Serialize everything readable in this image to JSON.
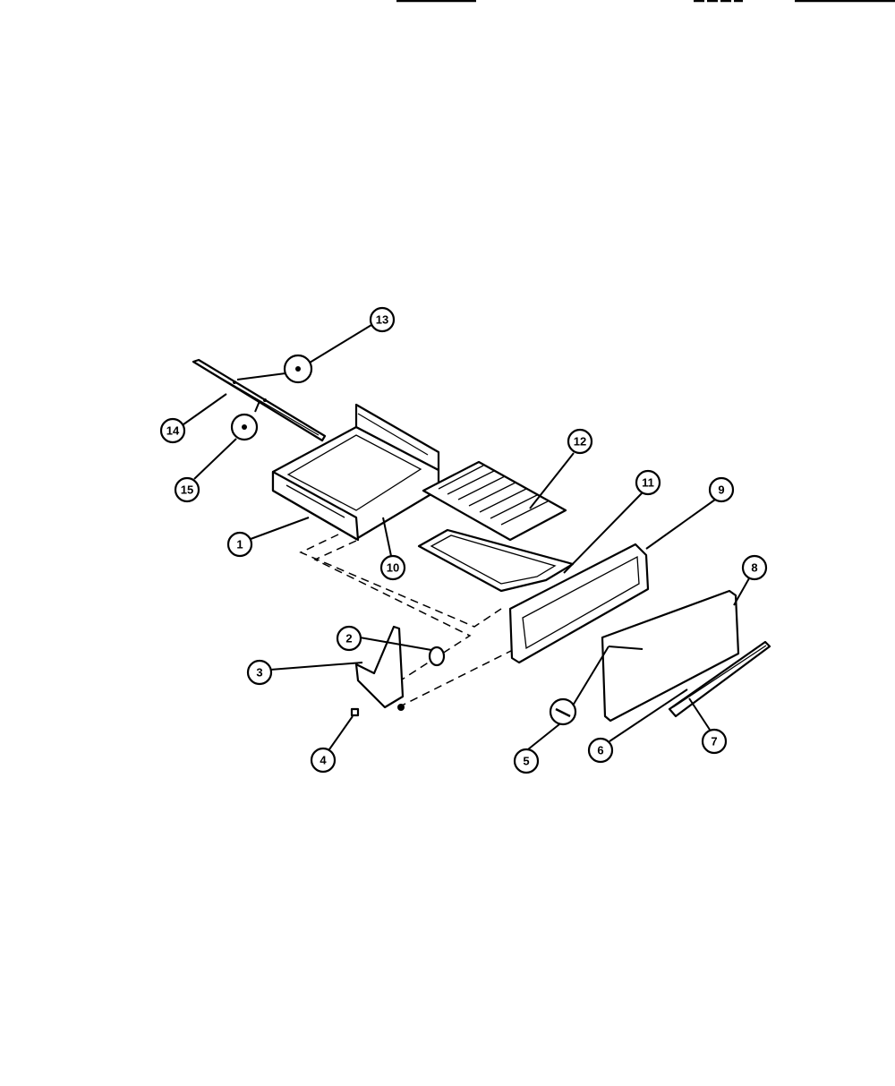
{
  "diagram": {
    "callouts": [
      "13",
      "14",
      "15",
      "1",
      "10",
      "12",
      "11",
      "9",
      "8",
      "2",
      "3",
      "4",
      "5",
      "6",
      "7"
    ]
  }
}
